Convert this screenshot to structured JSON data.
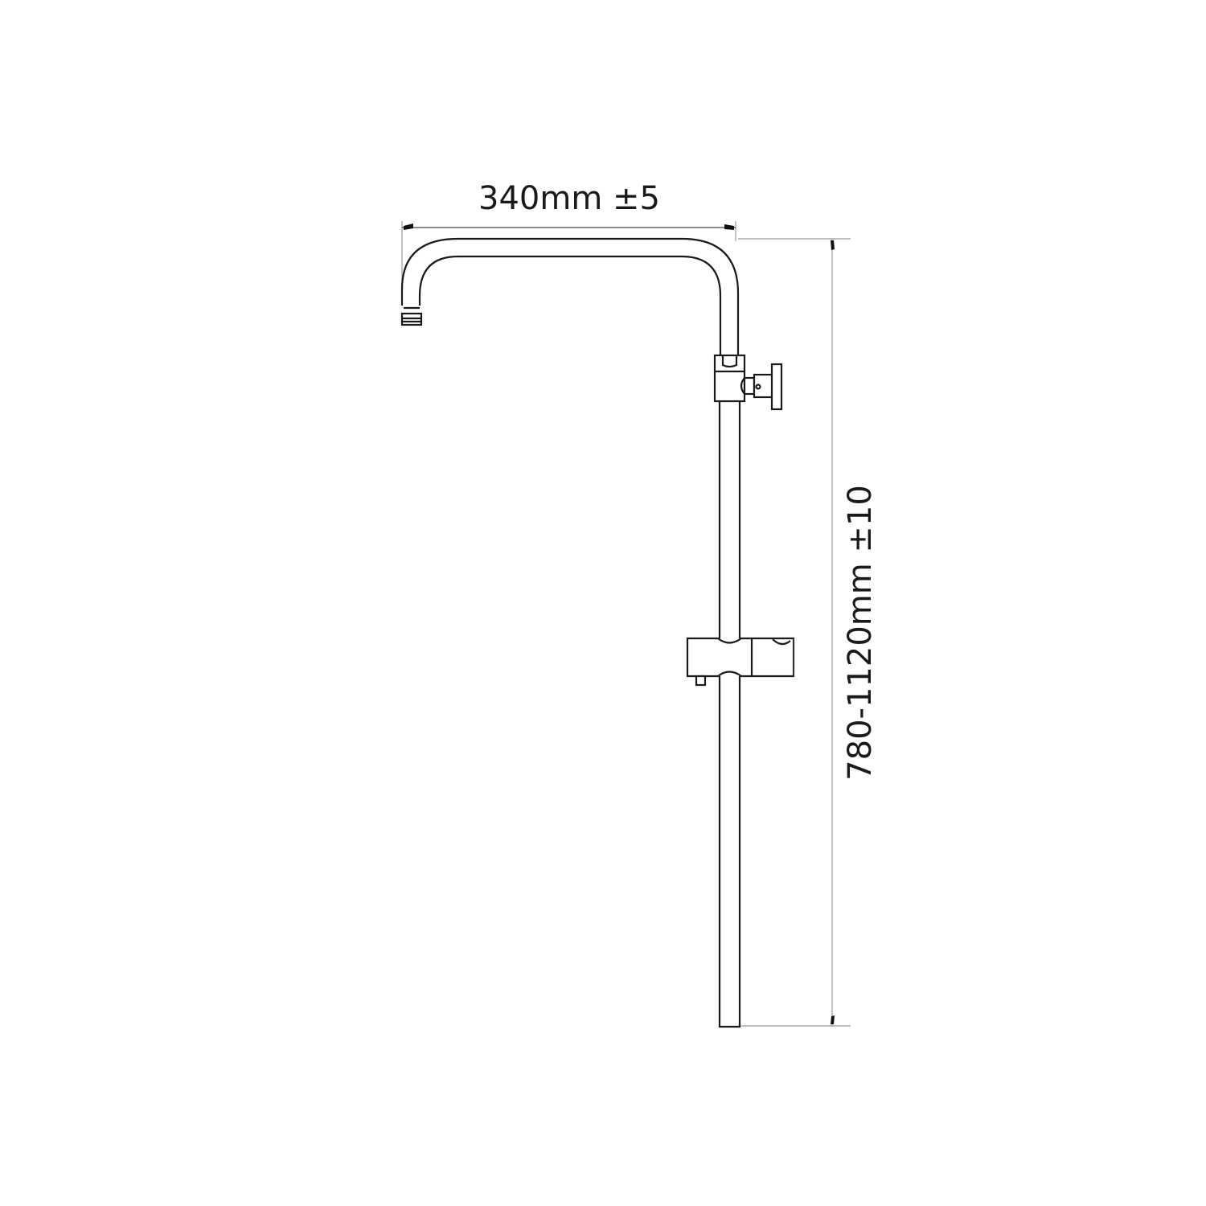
{
  "drawing": {
    "subject": "shower riser rail with overhead arm",
    "stroke_color": "#1a1a1a",
    "background": "#ffffff"
  },
  "dimensions": {
    "horizontal": {
      "label": "340mm ±5",
      "value_mm": 340,
      "tolerance": "±5"
    },
    "vertical": {
      "label": "780-1120mm ±10",
      "range_mm": [
        780,
        1120
      ],
      "tolerance": "±10"
    }
  },
  "parts": [
    {
      "name": "overhead shower arm",
      "type": "curved pipe"
    },
    {
      "name": "arm outlet nut",
      "type": "threaded fitting"
    },
    {
      "name": "diverter / wall bracket",
      "type": "connector with wall flange"
    },
    {
      "name": "sliding handset holder",
      "type": "slider clamp"
    },
    {
      "name": "riser rail",
      "type": "vertical pipe"
    }
  ]
}
